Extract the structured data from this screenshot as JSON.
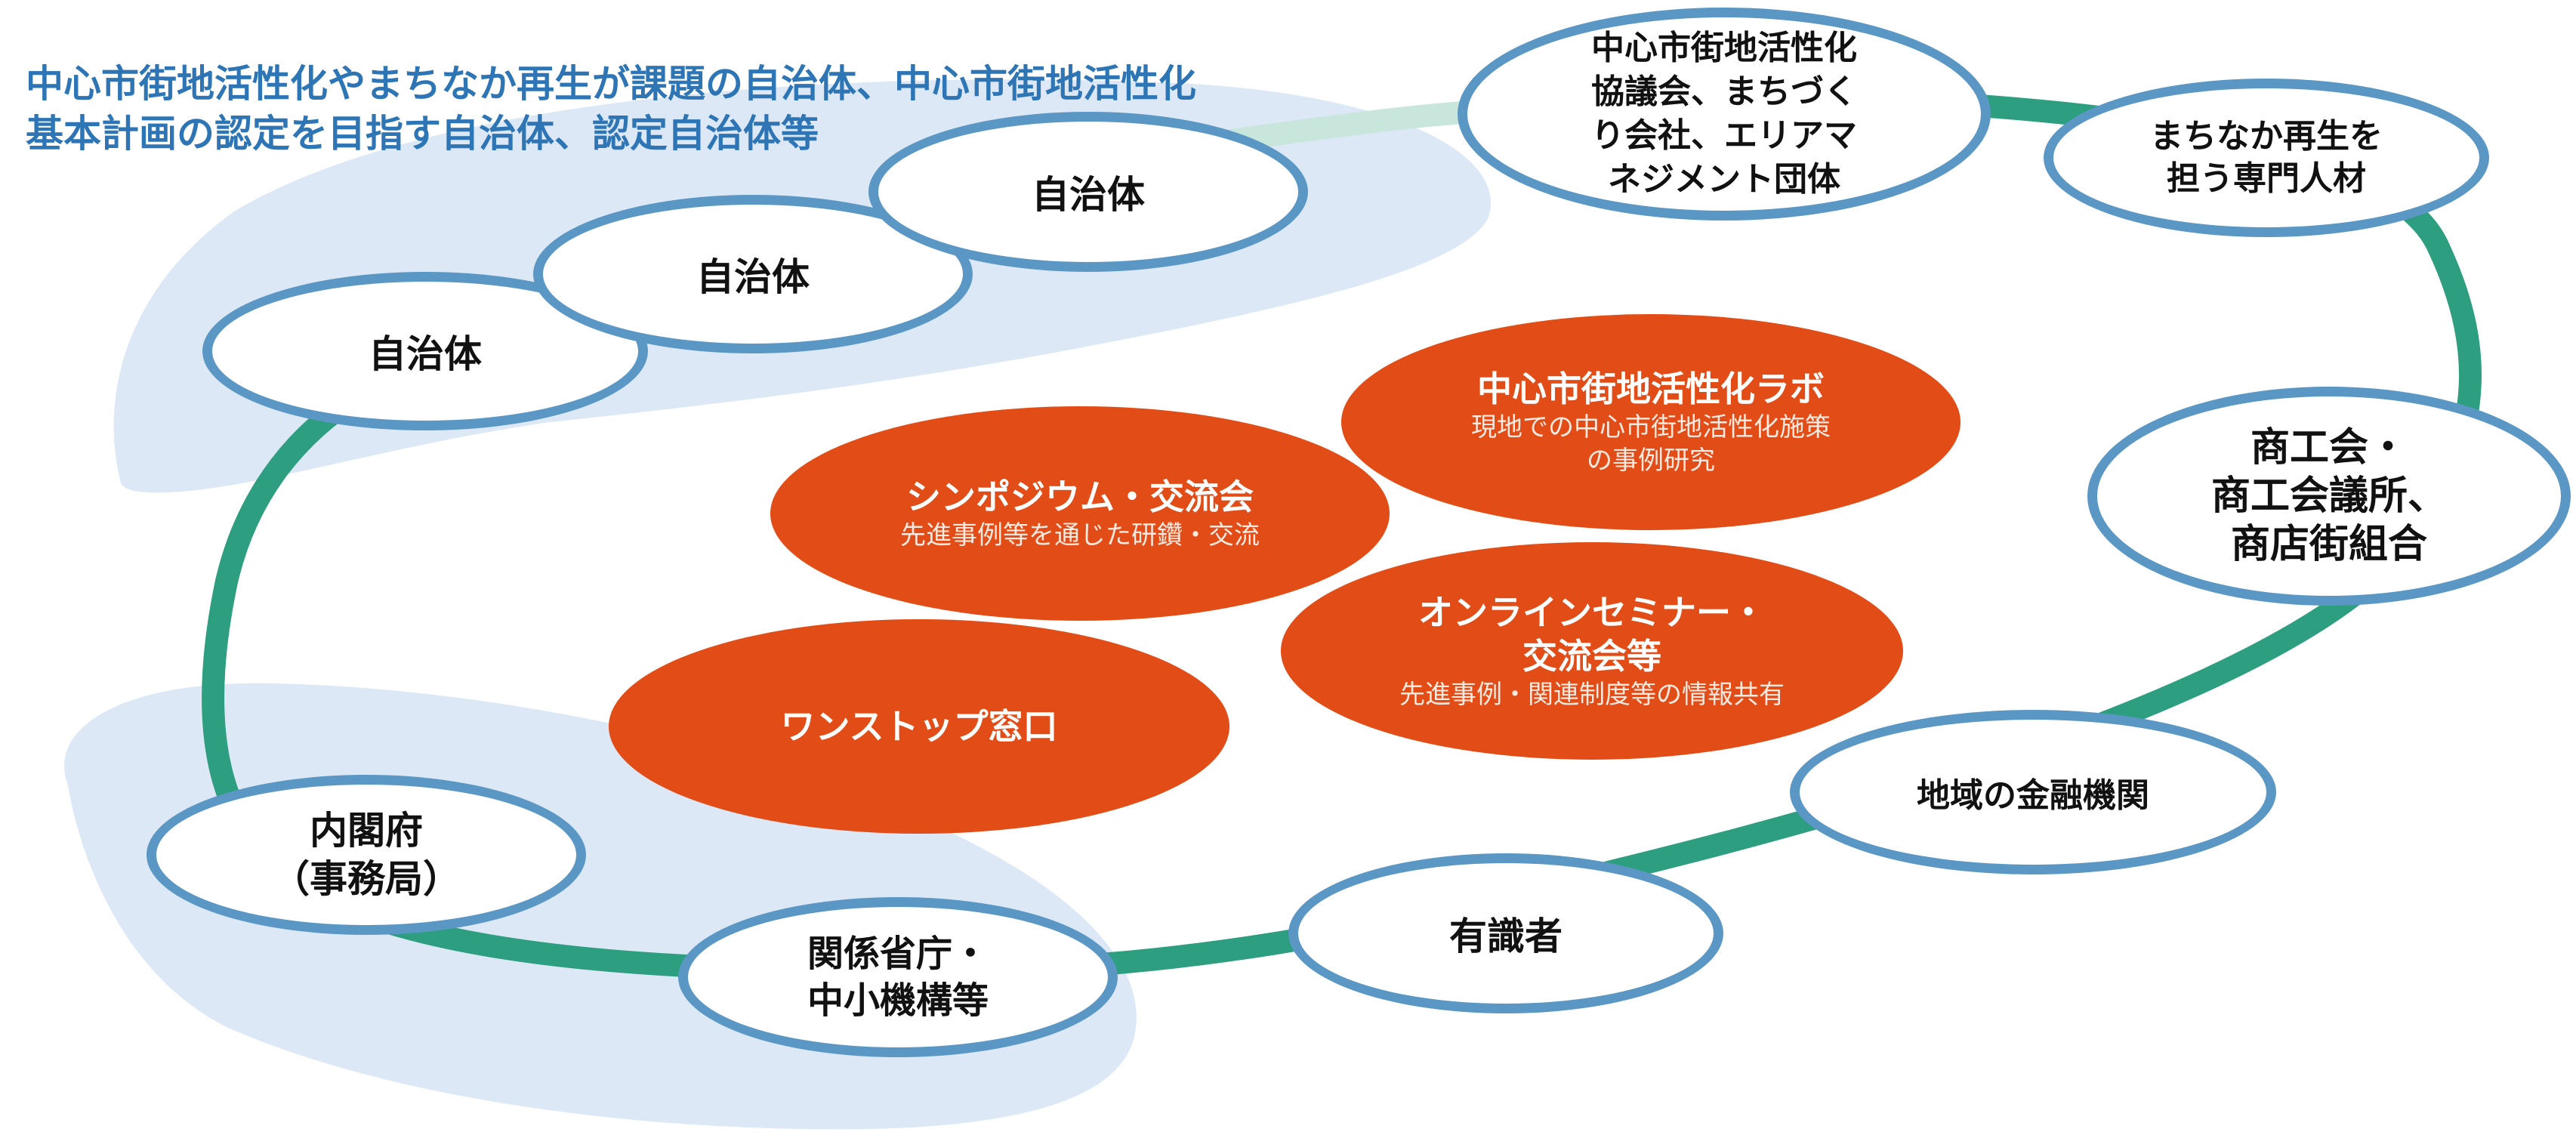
{
  "header": {
    "line1": "中心市街地活性化やまちなか再生が課題の自治体、中心市街地活性化",
    "line2": "基本計画の認定を目指す自治体、認定自治体等"
  },
  "colors": {
    "ring": "#2e9e80",
    "node_border": "#5b97c4",
    "activity_fill": "#e24c16",
    "highlight_fill": "#dce8f5",
    "header_text": "#2e75b6"
  },
  "nodes": {
    "municipality_1": "自治体",
    "municipality_2": "自治体",
    "municipality_3": "自治体",
    "council": "中心市街地活性化\n協議会、まちづく\nり会社、エリアマ\nネジメント団体",
    "specialists": "まちなか再生を\n担う専門人材",
    "chamber": "商工会・\n商工会議所、\n商店街組合",
    "finance": "地域の金融機関",
    "experts": "有識者",
    "ministries": "関係省庁・\n中小機構等",
    "cabinet": "内閣府\n（事務局）"
  },
  "activities": {
    "lab": {
      "title": "中心市街地活性化ラボ",
      "sub": "現地での中心市街地活性化施策\nの事例研究"
    },
    "symposium": {
      "title": "シンポジウム・交流会",
      "sub": "先進事例等を通じた研鑽・交流"
    },
    "online": {
      "title": "オンラインセミナー・\n交流会等",
      "sub": "先進事例・関連制度等の情報共有"
    },
    "onestop": {
      "title": "ワンストップ窓口"
    }
  }
}
